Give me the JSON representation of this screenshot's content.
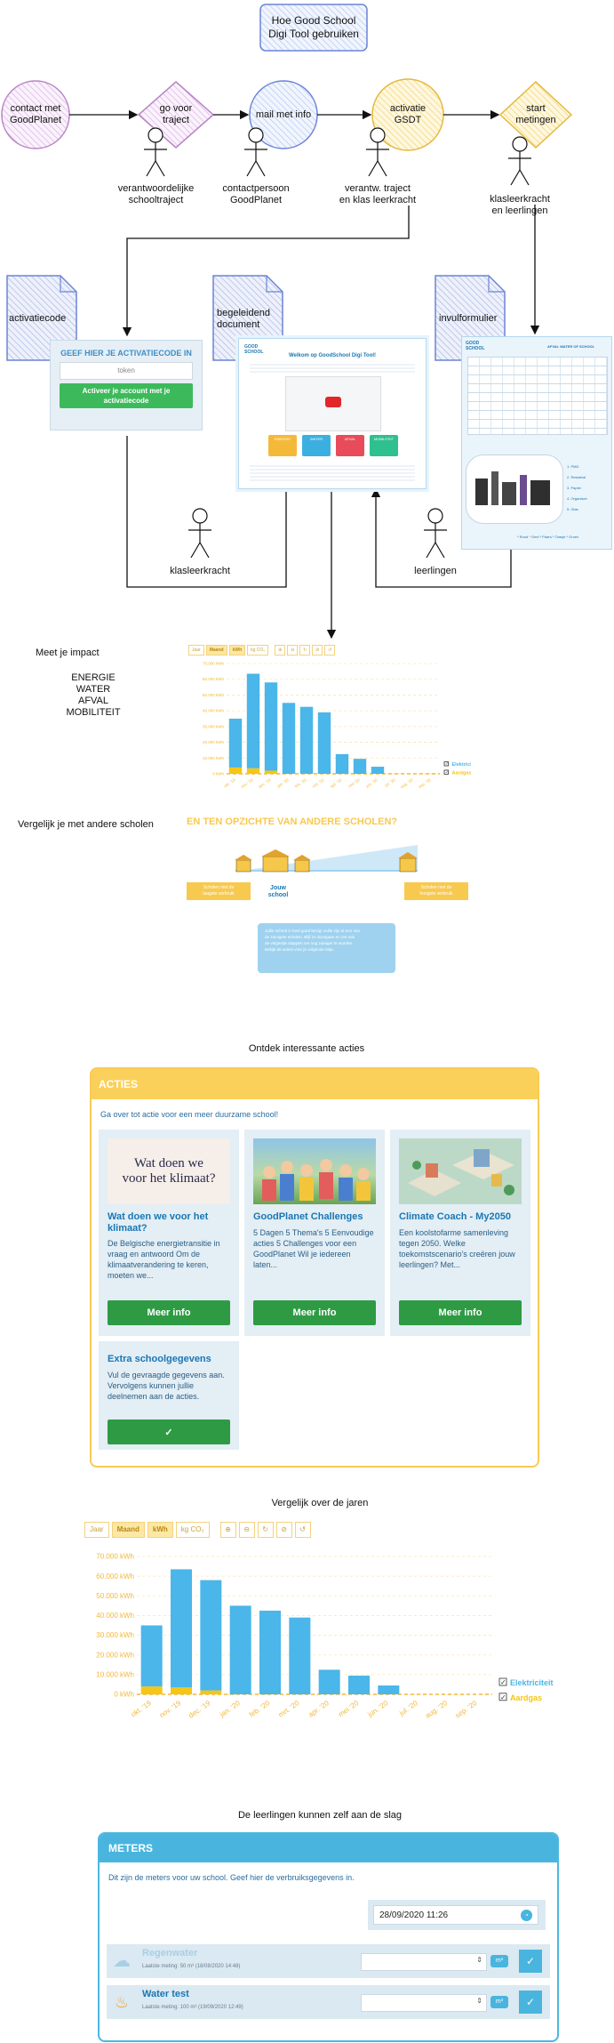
{
  "title": "Hoe Good School\nDigi Tool gebruiken",
  "flow": {
    "nodes": [
      {
        "label": "contact met\nGoodPlanet",
        "shape": "circle"
      },
      {
        "label": "go voor\ntraject",
        "shape": "diamond"
      },
      {
        "label": "mail met info",
        "shape": "circle"
      },
      {
        "label": "activatie\nGSDT",
        "shape": "circle"
      },
      {
        "label": "start\nmetingen",
        "shape": "diamond"
      }
    ],
    "actors": [
      {
        "label": "verantwoordelijke\nschooltraject"
      },
      {
        "label": "contactpersoon\nGoodPlanet"
      },
      {
        "label": "verantw. traject\nen klas leerkracht"
      },
      {
        "label": "klasleerkracht\nen leerlingen"
      },
      {
        "label": "klasleerkracht"
      },
      {
        "label": "leerlingen"
      }
    ]
  },
  "docs": [
    {
      "label": "activatiecode"
    },
    {
      "label": "begeleidend\ndocument"
    },
    {
      "label": "invulformulier"
    }
  ],
  "activation": {
    "heading": "GEEF HIER JE ACTIVATIECODE IN",
    "placeholder": "token",
    "button": "Activeer je account met je\nactivatiecode"
  },
  "welcome": {
    "logo": "GOOD SCHOOL",
    "title": "Welkom op GoodSchool Digi Tool!",
    "tiles": [
      "ENERGIE",
      "WATER",
      "AFVAL",
      "MOBILITEIT"
    ],
    "tile_colors": [
      "#f5b93a",
      "#3bb0e0",
      "#e84c5a",
      "#2fc08f"
    ]
  },
  "form": {
    "heading": "AFVAL WATER OF SCHOOL",
    "labels": [
      "1. PMD",
      "2. Restafval",
      "3. Papier",
      "4. Organisch",
      "5. Glas"
    ],
    "footer": "* Rood  * Geel  * Paars  * Oranje  * Groen"
  },
  "impact": {
    "label": "Meet je impact",
    "categories_text": "ENERGIE\nWATER\nAFVAL\nMOBILITEIT"
  },
  "compare_schools": {
    "label": "Vergelijk je met andere scholen",
    "heading": "EN TEN OPZICHTE VAN ANDERE SCHOLEN?",
    "left_tag": "Scholen met de\nlaagste verbruik",
    "right_tag": "Scholen met de\nhoogste verbruik",
    "your_school": "Jouw\nschool",
    "callout": "Jullie school is heel goed bezig! Jullie zijn al een van\nde zuinigste scholen. Blijf zo doorgaan en zet ook\nde volgende stappen om nog zuiniger te worden.\nBekijk de acties voor je volgende stap."
  },
  "acties": {
    "section_label": "Ontdek interessante acties",
    "header": "ACTIES",
    "intro": "Ga over tot actie voor een meer duurzame school!",
    "cards": [
      {
        "title": "Wat doen we voor het klimaat?",
        "image_text": "Wat doen we\nvoor het klimaat?",
        "desc": "De Belgische energietransitie in vraag en antwoord Om de klimaatverandering te keren, moeten we...",
        "button": "Meer info"
      },
      {
        "title": "GoodPlanet Challenges",
        "desc": "5 Dagen 5 Thema's 5 Eenvoudige acties 5 Challenges voor een GoodPlanet Wil je iedereen laten...",
        "button": "Meer info"
      },
      {
        "title": "Climate Coach - My2050",
        "desc": "Een koolstofarme samenleving tegen 2050. Welke toekomstscenario's creëren jouw leerlingen? Met...",
        "button": "Meer info"
      },
      {
        "title": "Extra schoolgegevens",
        "desc": "Vul de gevraagde gegevens aan. Vervolgens kunnen jullie deelnemen aan de acties.",
        "button": "✓"
      }
    ]
  },
  "compare_years": {
    "label": "Vergelijk over de jaren"
  },
  "toolbar": {
    "buttons": [
      "Jaar",
      "Maand",
      "kWh",
      "kg CO₂"
    ],
    "active": [
      "Maand",
      "kWh"
    ],
    "icons": [
      "⊕",
      "⊖",
      "↻",
      "⊘",
      "↺"
    ]
  },
  "chart_small": {
    "type": "bar",
    "legend": [
      "Elektriciteit",
      "Aardgas"
    ]
  },
  "chart_data": {
    "type": "bar",
    "categories": [
      "okt. '19",
      "nov. '19",
      "dec. '19",
      "jan. '20",
      "feb. '20",
      "mrt. '20",
      "apr. '20",
      "mei '20",
      "jun. '20",
      "jul. '20",
      "aug. '20",
      "sep. '20"
    ],
    "series": [
      {
        "name": "Elektriciteit",
        "values": [
          31000,
          60000,
          56000,
          45000,
          42500,
          39000,
          12500,
          9500,
          4500,
          0,
          0,
          0
        ],
        "color": "#4ab6e9"
      },
      {
        "name": "Aardgas",
        "values": [
          4000,
          3500,
          2000,
          0,
          0,
          0,
          0,
          0,
          0,
          0,
          0,
          0
        ],
        "color": "#f5c518"
      }
    ],
    "stacked": true,
    "yticks": [
      "0 kWh",
      "10.000 kWh",
      "20.000 kWh",
      "30.000 kWh",
      "40.000 kWh",
      "50.000 kWh",
      "60.000 kWh",
      "70.000 kWh"
    ],
    "ylim": [
      0,
      70000
    ],
    "legend_position": "right",
    "ylabel": "",
    "xlabel": ""
  },
  "meters": {
    "section_label": "De leerlingen kunnen zelf aan de slag",
    "header": "METERS",
    "intro": "Dit zijn de meters voor uw school. Geef hier de verbruiksgegevens in.",
    "date": "28/09/2020 11:26",
    "rows": [
      {
        "name": "Regenwater",
        "last": "Laatste meting: 50 m³ (18/08/2020 14:48)",
        "unit": "m³"
      },
      {
        "name": "Water test",
        "last": "Laatste meting: 100 m³ (19/09/2020 12:49)",
        "unit": "m³"
      }
    ]
  },
  "colors": {
    "circle_purple": "#f1e1f5",
    "diamond_purple": "#e8d5f5",
    "circle_blue": "#dbe6fb",
    "circle_yellow": "#fbe7a8",
    "diamond_yellow": "#fff1bf",
    "doc_blue": "#cdd6f2",
    "accent_yellow": "#f8c94f",
    "accent_blue": "#4ab6e9",
    "accent_green": "#2e9b44"
  }
}
